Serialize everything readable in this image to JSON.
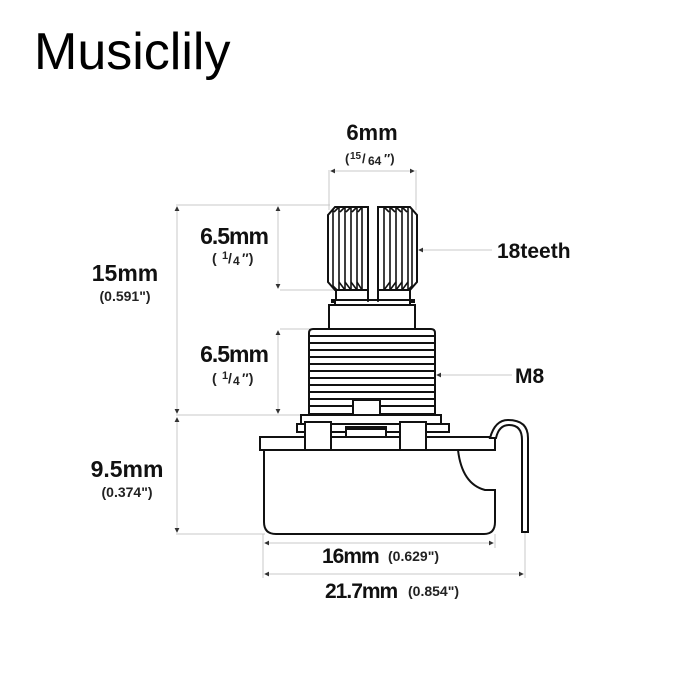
{
  "brand": {
    "name": "Musiclily"
  },
  "diagram": {
    "subject": "potentiometer side view",
    "colors": {
      "outline": "#111111",
      "dimension_line": "#c8c8c8",
      "text": "#111111",
      "background": "#ffffff"
    },
    "dimensions": {
      "shaft_diameter": {
        "metric": "6mm",
        "imperial": "(15/64\")",
        "imperial_num": "15",
        "imperial_den": "64"
      },
      "shaft_length": {
        "metric": "6.5mm",
        "imperial": "(1/4\")",
        "imperial_num": "1",
        "imperial_den": "4"
      },
      "bushing_length": {
        "metric": "6.5mm",
        "imperial": "(1/4\")",
        "imperial_num": "1",
        "imperial_den": "4"
      },
      "total_upper_height": {
        "metric": "15mm",
        "imperial": "(0.591\")"
      },
      "body_height": {
        "metric": "9.5mm",
        "imperial": "(0.374\")"
      },
      "body_width": {
        "metric": "16mm",
        "imperial": "(0.629\")"
      },
      "overall_width": {
        "metric": "21.7mm",
        "imperial": "(0.854\")"
      }
    },
    "callouts": {
      "shaft_spline": "18teeth",
      "thread": "M8"
    }
  }
}
